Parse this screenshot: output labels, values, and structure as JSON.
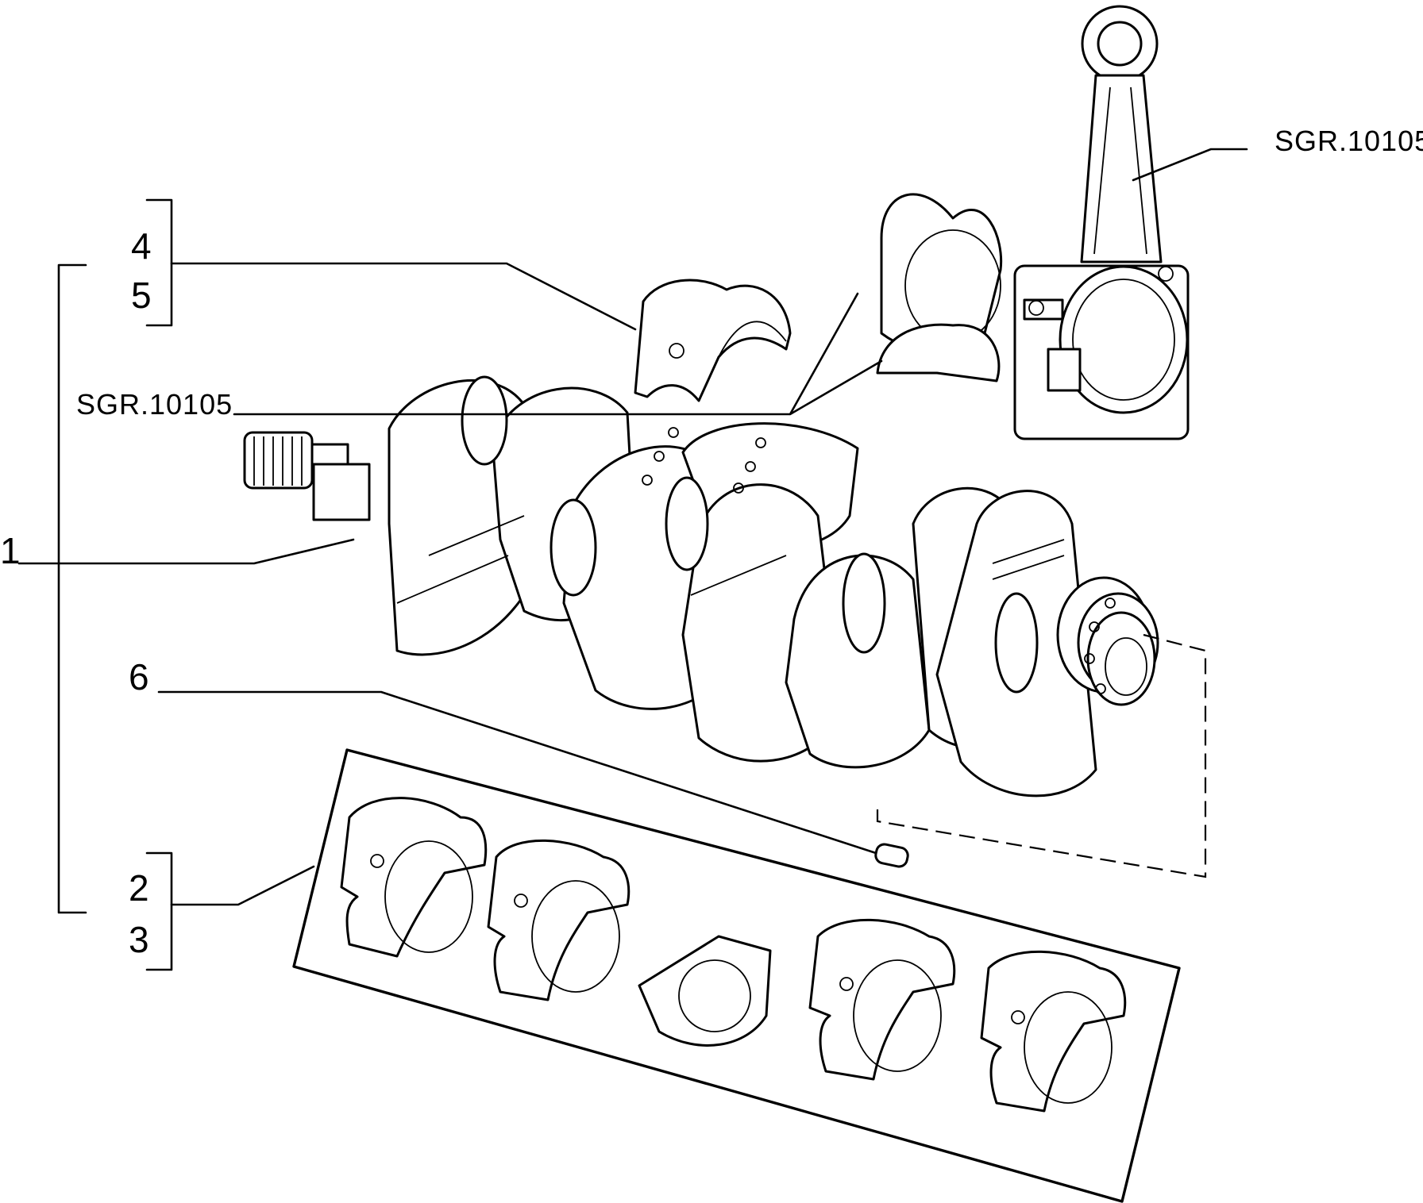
{
  "callouts": {
    "item_1": "1",
    "item_2": "2",
    "item_3": "3",
    "item_4": "4",
    "item_5": "5",
    "item_6": "6",
    "ref_conrod": "SGR.10105",
    "ref_bearing": "SGR.10105"
  },
  "colors": {
    "line": "#000000",
    "background": "#ffffff"
  }
}
